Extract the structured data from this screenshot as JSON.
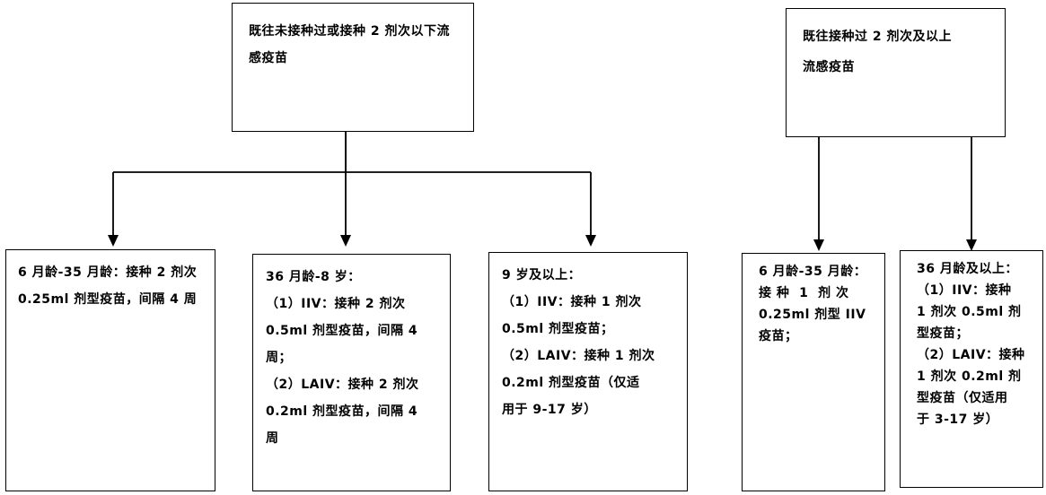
{
  "left_group": {
    "top_box": {
      "text": "既往未接种过或接种 2 剂次以下流感疫苗"
    },
    "boxes": [
      {
        "text": "6 月龄-35 月龄：接种 2 剂次 0.25ml 剂型疫苗，间隔 4 周"
      },
      {
        "lines": [
          "36 月龄-8 岁：",
          "（1）IIV：接种 2 剂次",
          "0.5ml 剂型疫苗，间隔 4",
          "周；",
          "（2）LAIV：接种 2 剂次",
          "0.2ml 剂型疫苗，间隔 4",
          "周"
        ]
      },
      {
        "lines": [
          "9 岁及以上：",
          "（1）IIV：接种 1 剂次",
          "0.5ml 剂型疫苗；",
          "（2）LAIV：接种 1 剂次",
          "0.2ml 剂型疫苗（仅适",
          "用于 9-17 岁）"
        ]
      }
    ]
  },
  "right_group": {
    "top_box": {
      "lines": [
        "既往接种过 2 剂次及以上",
        "流感疫苗"
      ]
    },
    "boxes": [
      {
        "lines": [
          "6 月龄-35 月龄：",
          "接 种  1  剂 次",
          "0.25ml 剂型 IIV",
          "疫苗；"
        ]
      },
      {
        "lines": [
          "36 月龄及以上：",
          "（1）IIV：接种",
          "1 剂次 0.5ml 剂",
          "型疫苗；",
          "（2）LAIV：接种",
          "1 剂次 0.2ml 剂",
          "型疫苗（仅适用",
          "于 3-17 岁）"
        ]
      }
    ]
  }
}
